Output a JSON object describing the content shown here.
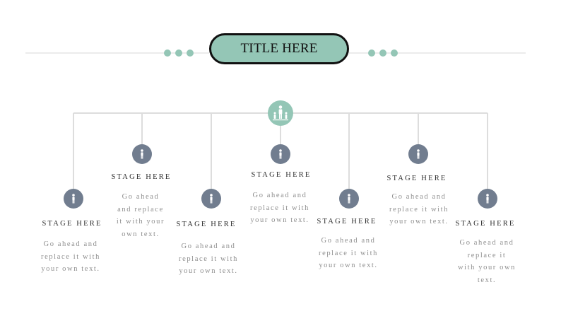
{
  "title": "TITLE HERE",
  "colors": {
    "accent": "#94c6b6",
    "node": "#717d8f",
    "line": "#dddddd",
    "border": "#111111"
  },
  "hub": {
    "icon": "people-group-icon"
  },
  "stages": [
    {
      "title": "STAGE HERE",
      "lines": [
        "Go ahead and",
        "replace it with",
        "your own text."
      ],
      "icon": "person-icon"
    },
    {
      "title": "STAGE HERE",
      "lines": [
        "Go ahead",
        "and replace",
        "it with your",
        "own text."
      ],
      "icon": "person-icon"
    },
    {
      "title": "STAGE HERE",
      "lines": [
        "Go ahead and",
        "replace it with",
        "your own text."
      ],
      "icon": "person-icon"
    },
    {
      "title": "STAGE HERE",
      "lines": [
        "Go ahead and",
        "replace it with",
        "your own text."
      ],
      "icon": "person-icon"
    },
    {
      "title": "STAGE HERE",
      "lines": [
        "Go ahead and",
        "replace it with",
        "your own text."
      ],
      "icon": "person-icon"
    },
    {
      "title": "STAGE HERE",
      "lines": [
        "Go ahead and",
        "replace it with",
        "your own text."
      ],
      "icon": "person-icon"
    },
    {
      "title": "STAGE HERE",
      "lines": [
        "Go ahead and",
        "replace it",
        "with your own",
        "text."
      ],
      "icon": "person-icon"
    }
  ]
}
